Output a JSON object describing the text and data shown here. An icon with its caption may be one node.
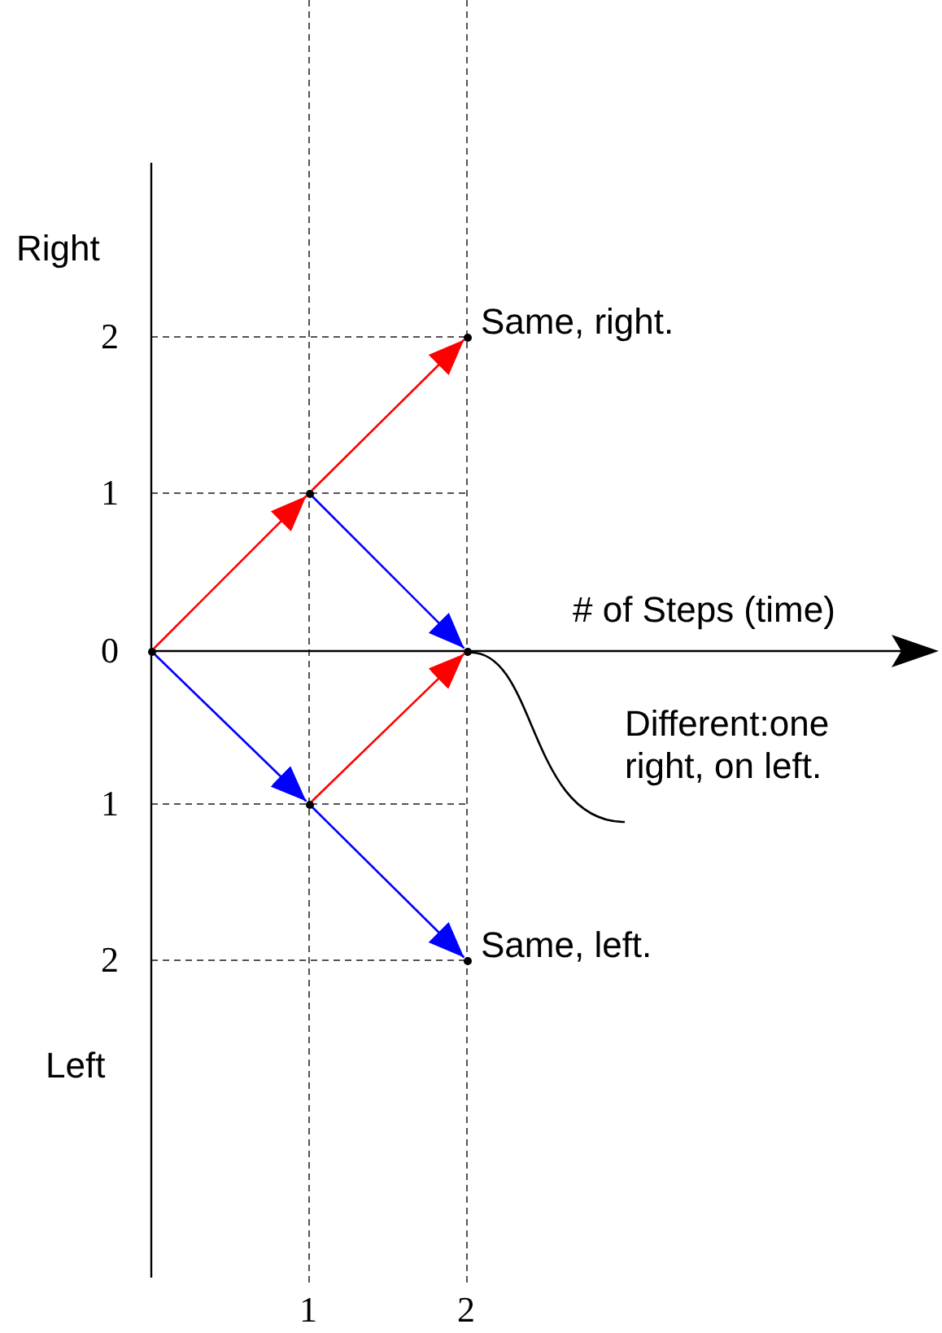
{
  "diagram": {
    "nodes": [
      {
        "text": [],
        "shape": "point"
      },
      {
        "text": [],
        "shape": "point"
      },
      {
        "text": [],
        "shape": "point"
      },
      {
        "text": [],
        "shape": "point",
        "beside": [
          "Same, right."
        ]
      },
      {
        "text": [],
        "shape": "point"
      },
      {
        "text": [],
        "shape": "point",
        "beside": [
          "Same, left."
        ]
      },
      {
        "text": [
          "Different:one right, on left."
        ]
      }
    ],
    "edges": [
      {
        "from": 0,
        "to": 1,
        "arrow": "to",
        "color": "#ff0000"
      },
      {
        "from": 0,
        "to": 2,
        "arrow": "to",
        "color": "#0000ff"
      },
      {
        "from": 1,
        "to": 3,
        "arrow": "to",
        "color": "#ff0000"
      },
      {
        "from": 1,
        "to": 4,
        "arrow": "to",
        "color": "#0000ff"
      },
      {
        "from": 2,
        "to": 4,
        "arrow": "to",
        "color": "#ff0000"
      },
      {
        "from": 2,
        "to": 5,
        "arrow": "to",
        "color": "#0000ff"
      },
      {
        "from": 6,
        "to": 4,
        "arrow": "none",
        "color": "#000000"
      }
    ],
    "labels": [
      "Right",
      "2",
      "1",
      "0",
      "# of Steps (time)",
      "1",
      "2",
      "Left",
      "1",
      "2"
    ]
  }
}
